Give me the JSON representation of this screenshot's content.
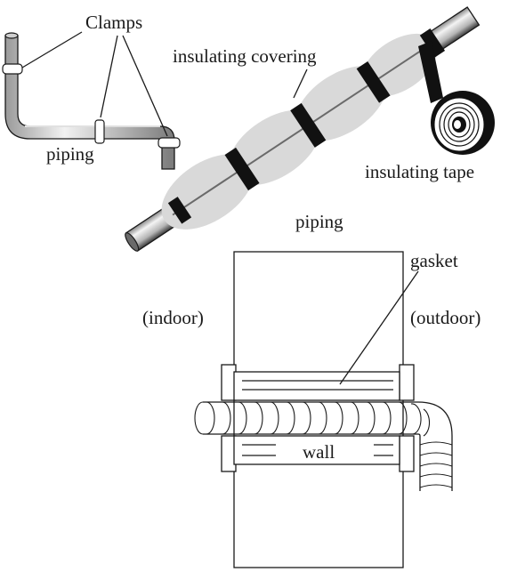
{
  "labels": {
    "clamps": "Clamps",
    "piping_top": "piping",
    "insulating_covering": "insulating covering",
    "insulating_tape": "insulating tape",
    "piping_middle": "piping",
    "gasket": "gasket",
    "indoor": "(indoor)",
    "outdoor": "(outdoor)",
    "wall": "wall"
  },
  "colors": {
    "ink": "#1a1a1a",
    "pipe_light": "#f2f2f2",
    "pipe_mid": "#9a9a9a",
    "pipe_dark": "#3a3a3a",
    "covering": "#d9d9d9",
    "tape": "#111111"
  }
}
